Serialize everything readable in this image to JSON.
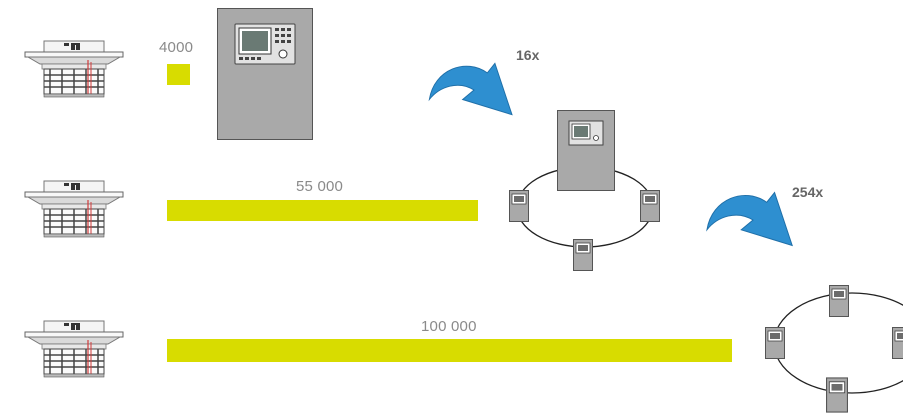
{
  "rows": [
    {
      "label": "4000",
      "value": 4000
    },
    {
      "label": "55 000",
      "value": 55000
    },
    {
      "label": "100 000",
      "value": 100000
    }
  ],
  "multipliers": {
    "first": "16x",
    "second": "254x"
  },
  "colors": {
    "bar": "#d8dc00",
    "arrow": "#2e8fd0",
    "panel": "#a9a9a9",
    "label": "#8a8a8a"
  },
  "icons": [
    "smoke-detector-icon",
    "control-panel-icon",
    "curved-arrow-icon",
    "network-ring-icon",
    "small-panel-icon"
  ]
}
